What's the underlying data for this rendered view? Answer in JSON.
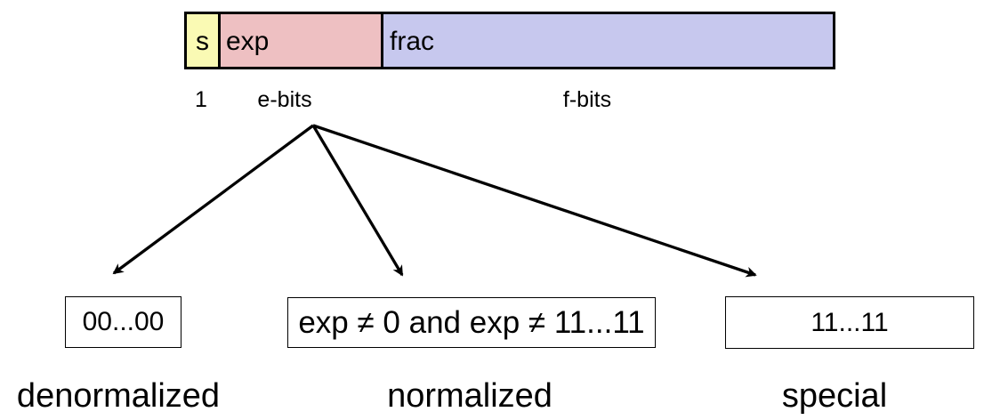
{
  "colors": {
    "sign_fill": "#fafab4",
    "exp_fill": "#eec0c2",
    "frac_fill": "#c7c8ee",
    "line": "#000000",
    "background": "#ffffff"
  },
  "bitfield": {
    "cells": [
      {
        "name": "sign",
        "label": "s"
      },
      {
        "name": "exponent",
        "label": "exp"
      },
      {
        "name": "fraction",
        "label": "frac"
      }
    ],
    "width_labels": [
      "1",
      "e-bits",
      "f-bits"
    ]
  },
  "branches": [
    {
      "condition": "00...00",
      "category": "denormalized"
    },
    {
      "condition": "exp ≠ 0 and exp ≠ 11...11",
      "category": "normalized"
    },
    {
      "condition": "11...11",
      "category": "special"
    }
  ]
}
